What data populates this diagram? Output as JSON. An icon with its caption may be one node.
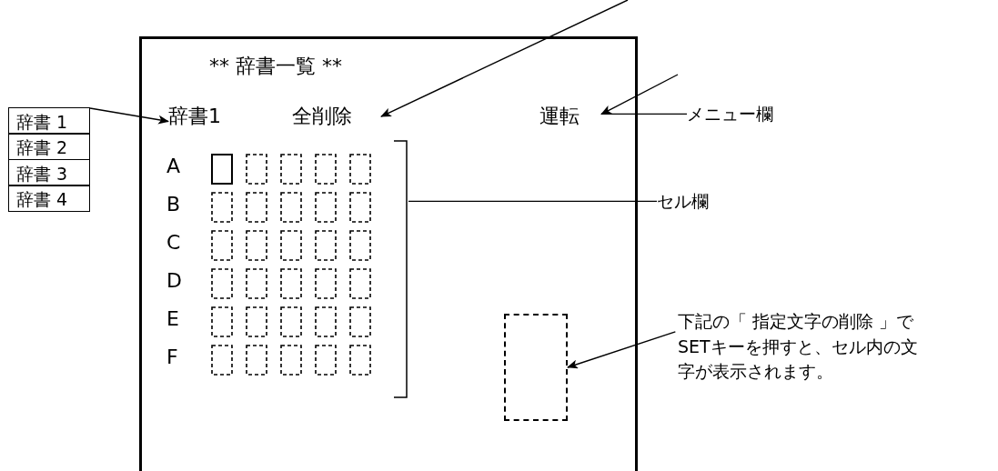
{
  "diagram": {
    "nodes": [
      {
        "text": [],
        "shape": "box"
      },
      {
        "text": [
          "辞書1"
        ],
        "in": 0
      },
      {
        "text": [
          "全削除"
        ],
        "in": 0
      },
      {
        "text": [
          "運転"
        ],
        "in": 0
      },
      {
        "text": [
          "メニュー欄"
        ]
      },
      {
        "text": [
          "辞書 1",
          "辞書 2",
          "辞書 3",
          "辞書 4"
        ]
      },
      {
        "text": [],
        "shape": "box",
        "in": 0
      },
      {
        "text": [
          "セル欄"
        ]
      },
      {
        "text": [],
        "shape": "box",
        "in": 0
      },
      {
        "text": [
          "下記の「 指定文字の削除 」でSETキーを押すと、セル内の文字が表示されます。"
        ]
      }
    ],
    "edges": [
      {
        "from": 5,
        "to": 1,
        "arrow": "to"
      },
      {
        "from": null,
        "to": 2,
        "arrow": "to"
      },
      {
        "from": null,
        "to": 3,
        "arrow": "to"
      },
      {
        "from": 4,
        "to": 3,
        "arrow": "none"
      },
      {
        "from": 7,
        "to": 6,
        "arrow": "none"
      },
      {
        "from": 9,
        "to": 8,
        "arrow": "to"
      }
    ],
    "labels": [
      "** 辞書一覧 **",
      "A",
      "B",
      "C",
      "D",
      "E",
      "F"
    ]
  }
}
